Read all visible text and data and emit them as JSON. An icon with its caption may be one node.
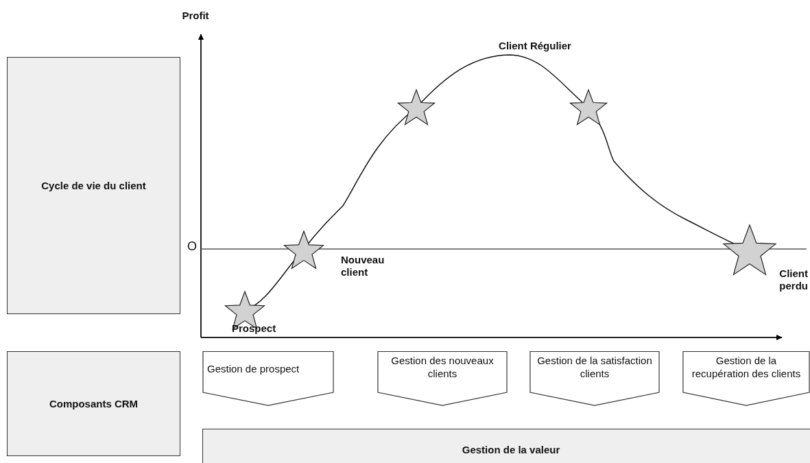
{
  "diagram": {
    "nodes": [
      {
        "text": [
          "Cycle de vie du client"
        ]
      },
      {
        "text": [
          "Composants CRM"
        ]
      },
      {
        "text": [
          "Gestion de prospect"
        ]
      },
      {
        "text": [
          "Gestion des nouveaux clients"
        ]
      },
      {
        "text": [
          "Gestion de la satisfaction clients"
        ]
      },
      {
        "text": [
          "Gestion de la recupération des clients"
        ]
      },
      {
        "text": [
          "Gestion de la valeur"
        ]
      }
    ],
    "labels": [
      "Profit",
      "Client Régulier",
      "O",
      "Nouveau client",
      "Client perdu",
      "Prospect"
    ]
  }
}
